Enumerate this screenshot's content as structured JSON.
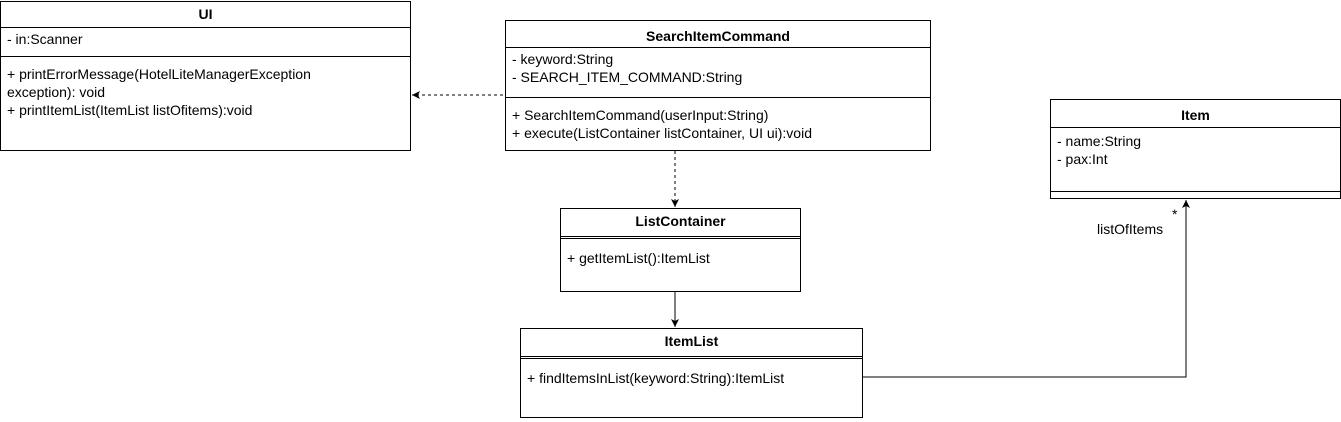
{
  "classes": {
    "ui": {
      "name": "UI",
      "attributes": [
        "- in:Scanner"
      ],
      "operations": [
        "+ printErrorMessage(HotelLiteManagerException exception): void",
        "+ printItemList(ItemList listOfitems):void"
      ]
    },
    "search_item_command": {
      "name": "SearchItemCommand",
      "attributes": [
        "- keyword:String",
        "- SEARCH_ITEM_COMMAND:String"
      ],
      "operations": [
        "+ SearchItemCommand(userInput:String)",
        "+ execute(ListContainer listContainer, UI ui):void"
      ]
    },
    "list_container": {
      "name": "ListContainer",
      "operations": [
        "+ getItemList():ItemList"
      ]
    },
    "item_list": {
      "name": "ItemList",
      "operations": [
        "+ findItemsInList(keyword:String):ItemList"
      ]
    },
    "item": {
      "name": "Item",
      "attributes": [
        "- name:String",
        "- pax:Int"
      ]
    }
  },
  "associations": {
    "item_list_to_item": {
      "role": "listOfItems",
      "multiplicity": "*"
    }
  }
}
